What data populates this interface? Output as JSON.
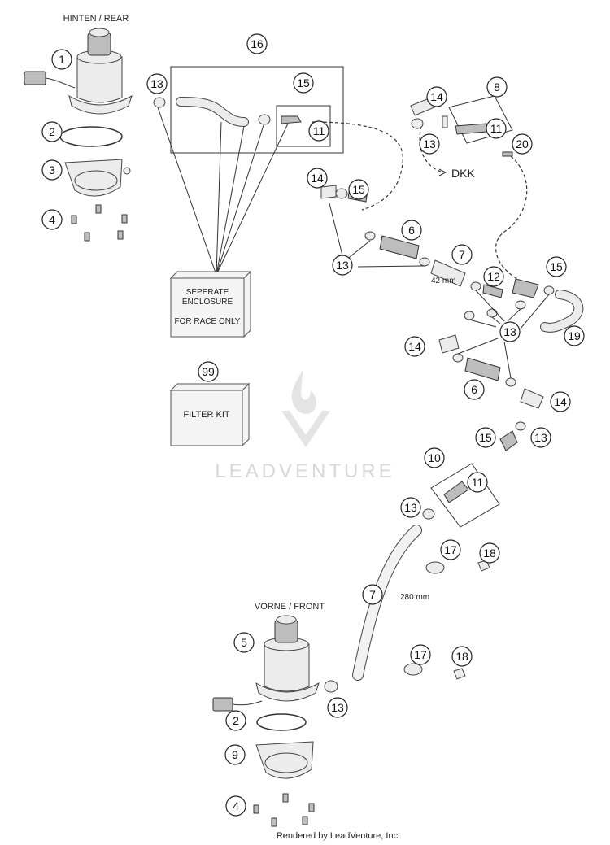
{
  "labels": {
    "rear": "HINTEN / REAR",
    "front": "VORNE / FRONT",
    "dkk": "DKK",
    "len_42": "42 mm",
    "len_280": "280 mm",
    "enclosure_l1": "SEPERATE",
    "enclosure_l2": "ENCLOSURE",
    "enclosure_l3": "FOR RACE ONLY",
    "filter_kit": "FILTER KIT",
    "watermark": "LEADVENTURE",
    "footer": "Rendered by LeadVenture, Inc."
  },
  "callouts": [
    {
      "id": "c1",
      "text": "1"
    },
    {
      "id": "c2a",
      "text": "2"
    },
    {
      "id": "c3",
      "text": "3"
    },
    {
      "id": "c4a",
      "text": "4"
    },
    {
      "id": "c16",
      "text": "16"
    },
    {
      "id": "c13a",
      "text": "13"
    },
    {
      "id": "c15a",
      "text": "15"
    },
    {
      "id": "c11a",
      "text": "11"
    },
    {
      "id": "c14a",
      "text": "14"
    },
    {
      "id": "c8",
      "text": "8"
    },
    {
      "id": "c13b",
      "text": "13"
    },
    {
      "id": "c11b",
      "text": "11"
    },
    {
      "id": "c20",
      "text": "20"
    },
    {
      "id": "c14b",
      "text": "14"
    },
    {
      "id": "c15b",
      "text": "15"
    },
    {
      "id": "c6a",
      "text": "6"
    },
    {
      "id": "c13c",
      "text": "13"
    },
    {
      "id": "c7a",
      "text": "7"
    },
    {
      "id": "c12",
      "text": "12"
    },
    {
      "id": "c15c",
      "text": "15"
    },
    {
      "id": "c13d",
      "text": "13"
    },
    {
      "id": "c14c",
      "text": "14"
    },
    {
      "id": "c19",
      "text": "19"
    },
    {
      "id": "c6b",
      "text": "6"
    },
    {
      "id": "c14d",
      "text": "14"
    },
    {
      "id": "c99",
      "text": "99"
    },
    {
      "id": "c15d",
      "text": "15"
    },
    {
      "id": "c13e",
      "text": "13"
    },
    {
      "id": "c10",
      "text": "10"
    },
    {
      "id": "c11c",
      "text": "11"
    },
    {
      "id": "c13f",
      "text": "13"
    },
    {
      "id": "c17a",
      "text": "17"
    },
    {
      "id": "c18a",
      "text": "18"
    },
    {
      "id": "c7b",
      "text": "7"
    },
    {
      "id": "c17b",
      "text": "17"
    },
    {
      "id": "c18b",
      "text": "18"
    },
    {
      "id": "c5",
      "text": "5"
    },
    {
      "id": "c13g",
      "text": "13"
    },
    {
      "id": "c2b",
      "text": "2"
    },
    {
      "id": "c9",
      "text": "9"
    },
    {
      "id": "c4b",
      "text": "4"
    }
  ],
  "colors": {
    "ink": "#222222",
    "part_fill": "#ececec",
    "watermark": "#d8d8d8"
  }
}
